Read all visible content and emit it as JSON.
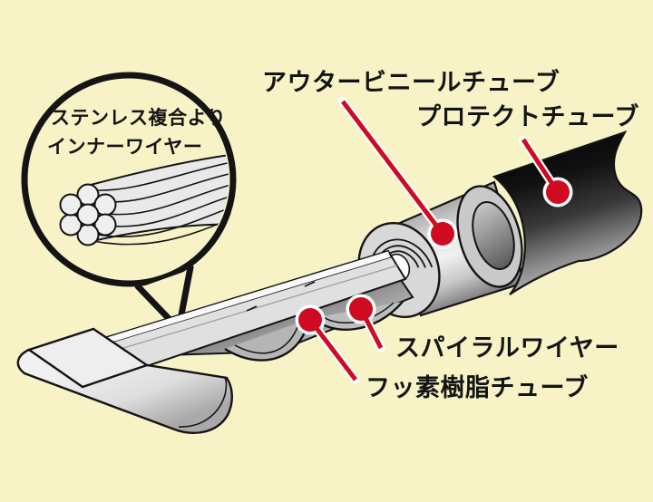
{
  "figure": {
    "description": "Cable construction cutaway diagram",
    "background_color": "#f7f3c6",
    "outline_color": "#141414",
    "callout_color": "#ce0b20",
    "callout_outline_color": "#ffffff"
  },
  "labels": {
    "outer_vinyl_tube": "アウタービニールチューブ",
    "protect_tube": "プロテクトチューブ",
    "inner_wire_line1": "ステンレス複合より",
    "inner_wire_line2": "インナーワイヤー",
    "spiral_wire": "スパイラルワイヤー",
    "fluoro_resin_tube": "フッ素樹脂チューブ"
  }
}
